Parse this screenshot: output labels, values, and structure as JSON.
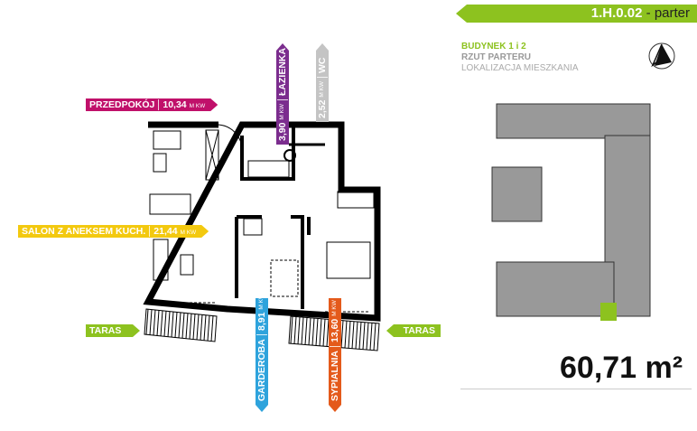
{
  "header": {
    "unit_code": "1.H.0.02",
    "level": " - parter"
  },
  "info": {
    "building": "BUDYNEK 1 i 2",
    "plan": "RZUT PARTERU",
    "location": "LOKALIZACJA MIESZKANIA"
  },
  "unit_label": "M KW",
  "rooms": [
    {
      "name": "PRZEDPOKÓJ",
      "area": "10,34",
      "color": "#c0106a"
    },
    {
      "name": "ŁAZIENKA",
      "area": "3,90",
      "color": "#7b2d8e"
    },
    {
      "name": "WC",
      "area": "2,52",
      "color": "#c4c4c4"
    },
    {
      "name": "SALON Z ANEKSEM KUCH.",
      "area": "21,44",
      "color": "#f3c90f"
    },
    {
      "name": "GARDEROBA",
      "area": "8,91",
      "color": "#2ea3dc"
    },
    {
      "name": "SYPIALNIA",
      "area": "13,60",
      "color": "#e45a1b"
    }
  ],
  "terraces": [
    "TARAS",
    "TARAS"
  ],
  "total_area": "60,71 m²",
  "colors": {
    "accent": "#8dc21f"
  }
}
